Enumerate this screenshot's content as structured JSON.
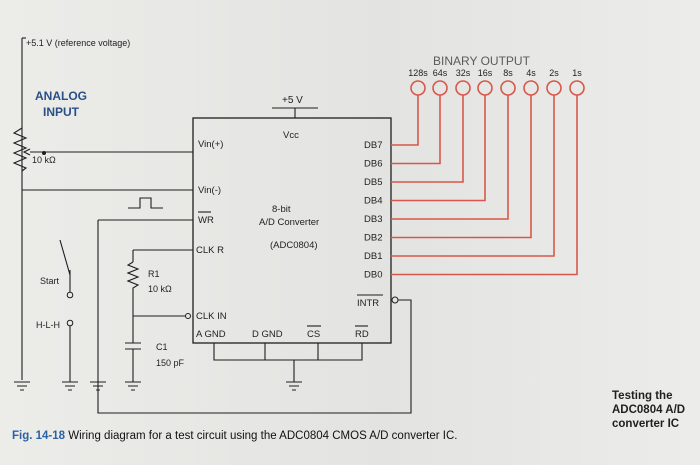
{
  "figure": {
    "ref_voltage_label": "+5.1 V (reference voltage)",
    "analog_input_label": [
      "ANALOG",
      "INPUT"
    ],
    "binary_output_label": "BINARY OUTPUT",
    "bit_weights": [
      "128s",
      "64s",
      "32s",
      "16s",
      "8s",
      "4s",
      "2s",
      "1s"
    ],
    "supply_label": "+5 V",
    "pot_label": "10 kΩ",
    "ic": {
      "name": [
        "8-bit",
        "A/D Converter"
      ],
      "part": "(ADC0804)",
      "vcc": "Vcc",
      "vin_plus": "Vin(+)",
      "vin_minus": "Vin(-)",
      "wr": "WR",
      "clkr": "CLK R",
      "clkin": "CLK IN",
      "agnd": "A GND",
      "dgnd": "D GND",
      "cs": "CS",
      "rd": "RD",
      "intr": "INTR",
      "outputs": [
        "DB7",
        "DB6",
        "DB5",
        "DB4",
        "DB3",
        "DB2",
        "DB1",
        "DB0"
      ]
    },
    "start_label": "Start",
    "hlh_label": "H-L-H",
    "r1": {
      "name": "R1",
      "value": "10 kΩ"
    },
    "c1": {
      "name": "C1",
      "value": "150 pF"
    }
  },
  "caption": {
    "number": "Fig. 14-18",
    "text": "Wiring diagram for a test circuit using the ADC0804 CMOS A/D converter IC."
  },
  "sidenote": "Testing the ADC0804 A/D converter IC",
  "colors": {
    "led": "#d9574a",
    "caption_number": "#2b62a6"
  }
}
